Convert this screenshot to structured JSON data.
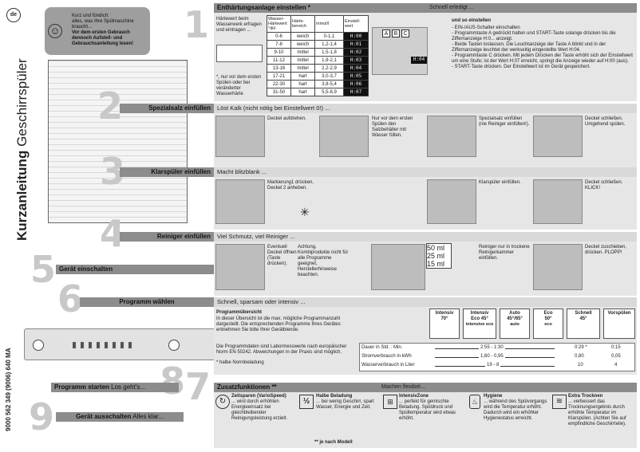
{
  "lang_badge": "de",
  "title": {
    "bold": "Kurzanleitung",
    "rest": " Geschirrspüler"
  },
  "model_code": "9000 562 349 (9006) 640 MA",
  "intro": {
    "line1": "Kurz und fündich:",
    "line2": "alles, was Ihre Spülmaschine braucht...",
    "bold": "Vor dem ersten Gebrauch dennoch Aufstell- und Gebrauchsanleitung lesen!"
  },
  "steps": {
    "s1": {
      "num": "1",
      "title": "Enthärtungsanlage einstellen *",
      "right": "Schnell erledigt ..."
    },
    "s2": {
      "num": "2",
      "title": "Spezialsalz einfüllen",
      "desc": "Löst Kalk (nicht nötig bei Einstellwert 0!) ..."
    },
    "s3": {
      "num": "3",
      "title": "Klarspüler einfüllen",
      "desc": "Macht blitzblank ..."
    },
    "s4": {
      "num": "4",
      "title": "Reiniger einfüllen",
      "desc": "Viel Schmutz, viel Reiniger ..."
    },
    "s5": {
      "num": "5",
      "title": "Gerät einschalten"
    },
    "s6": {
      "num": "6",
      "title": "Programm wählen",
      "desc": "Schnell, sparsam oder intensiv ..."
    },
    "s7": {
      "num": "7",
      "title": "Zusatzfunktionen **",
      "right": "Machen flexibel..."
    },
    "s8": {
      "num": "8",
      "title": "Programm starten",
      "desc": " Los geht's..."
    },
    "s9": {
      "num": "9",
      "title": "Gerät ausschalten",
      "desc": " Alles klar..."
    }
  },
  "hardness": {
    "left_text": "Härtewert beim Wasserwerk erfragen und eintragen ...",
    "footnote": "*, nur vor dem ersten Spülen oder bei veränderter Wasserhärte",
    "headers": [
      "Wasser-Härtewert °dH",
      "Härte-bereich",
      "mmol/l",
      "Einstell-wert"
    ],
    "rows": [
      [
        "0-6",
        "weich",
        "0-1,1",
        "H:00"
      ],
      [
        "7-8",
        "weich",
        "1,2-1,4",
        "H:01"
      ],
      [
        "9-10",
        "mittel",
        "1,5-1,8",
        "H:02"
      ],
      [
        "11-12",
        "mittel",
        "1,9-2,1",
        "H:03"
      ],
      [
        "13-16",
        "mittel",
        "2,2-2,9",
        "H:04"
      ],
      [
        "17-21",
        "hart",
        "3,0-3,7",
        "H:05"
      ],
      [
        "22-30",
        "hart",
        "3,8-5,4",
        "H:06"
      ],
      [
        "31-50",
        "hart",
        "5,5-8,9",
        "H:07"
      ]
    ],
    "abc": [
      "A",
      "B",
      "C"
    ],
    "display": "H:04",
    "howto_title": "und so einstellen",
    "howto": [
      "- EIN-/AUS-Schalter einschalten",
      "- Programmtaste A gedrückt halten und START-Taste solange drücken bis die Ziffernanzeige H:0... anzeigt.",
      "- Beide Tasten loslassen. Die Leuchtanzeige der Taste A blinkt und in der Ziffernanzeige leuchtet der werkseitig eingestellte Wert H:04.",
      "- Programmtaste C drücken. Mit jedem Drücken der Taste erhöht sich der Einstellwert um eine Stufe; ist der Wert H:07 erreicht, springt die Anzeige wieder auf H:00 (aus).",
      "- START-Taste drücken. Der Einstellwert ist im Gerät gespeichert."
    ]
  },
  "salt_caps": [
    "Deckel aufdrehen.",
    "Nur vor dem ersten Spülen den Salzbehälter mit Wasser füllen.",
    "Spezialsalz einfüllen (nie Reiniger einfüllen!).",
    "Deckel schließen. Umgehend spülen."
  ],
  "rinse_caps": [
    "Markierung1 drücken, Deckel 2 anheben.",
    "Klarspüler einfüllen.",
    "Deckel schließen. KLICK!"
  ],
  "det_caps": [
    "Eventuell Deckel öffnen (Taste drücken).",
    "Achtung, Kombiprodukte nicht für alle Programme geeignet, Herstellerhinweise beachten.",
    "Reiniger nur in trockene Reinigerkammer einfüllen.",
    "Deckel zuschieben, drücken. PLOPP!"
  ],
  "det_levels": [
    "50 ml",
    "25 ml",
    "15 ml"
  ],
  "overview": {
    "title": "Programmübersicht",
    "text1": "In dieser Übersicht ist die max. mögliche Programmanzahl dargestellt. Die entsprechenden Programme Ihres Gerätes entnehmen Sie bitte Ihrer Gerätblende.",
    "text2": "Die Programmdaten sind Labormesswerte nach europäischer Norm EN 50242. Abweichungen in der Praxis sind möglich.",
    "text3": "* halbe Normbeladung"
  },
  "programs": [
    {
      "name": "Intensiv",
      "temp": "70°",
      "sub": ""
    },
    {
      "name": "Intensiv",
      "temp": "Eco 45°",
      "sub": "intensive eco"
    },
    {
      "name": "Auto",
      "temp": "45°/65°",
      "sub": "auto"
    },
    {
      "name": "Eco",
      "temp": "50°",
      "sub": "eco"
    },
    {
      "name": "Schnell",
      "temp": "45°",
      "sub": ""
    },
    {
      "name": "Vorspülen",
      "temp": "",
      "sub": ""
    }
  ],
  "data_rows": [
    {
      "label": "Dauer in Std. : Min.",
      "range": "2:55 - 1:30",
      "mid": "0:29 *",
      "last": "0:15"
    },
    {
      "label": "Stromverbrauch in kWh",
      "range": "1,60 - 0,95",
      "mid": "0,80",
      "last": "0,05"
    },
    {
      "label": "Wasserverbrauch in Liter",
      "range": "19 - 8",
      "mid": "10",
      "last": "4"
    }
  ],
  "extras": [
    {
      "title": "Zeitsparen (VarioSpeed)",
      "text": "... wird durch erhöhten Energieeinsatz bei gleichbleibender Reinigungsleistung erzielt."
    },
    {
      "title": "Halbe Beladung",
      "text": "... bei wenig Geschirr, spart Wasser, Energie und Zeit."
    },
    {
      "title": "IntensivZone",
      "text": "... perfekt für gemischte Beladung. Spüldruck und Spültemperatur wird etwas erhöht."
    },
    {
      "title": "Hygiene",
      "text": "... während des Spülvorgangs wird die Temperatur erhöht. Dadurch wird ein erhöhter Hygienestatus erreicht."
    },
    {
      "title": "Extra Trocknen",
      "text": "... verbessert das Trocknungsergebnis durch erhöhte Temperatur im Klarspülen. (Achten Sie auf empfindliche Geschirrteile)."
    }
  ],
  "extras_icons": [
    "½"
  ],
  "footnote2": "** je nach  Modell"
}
